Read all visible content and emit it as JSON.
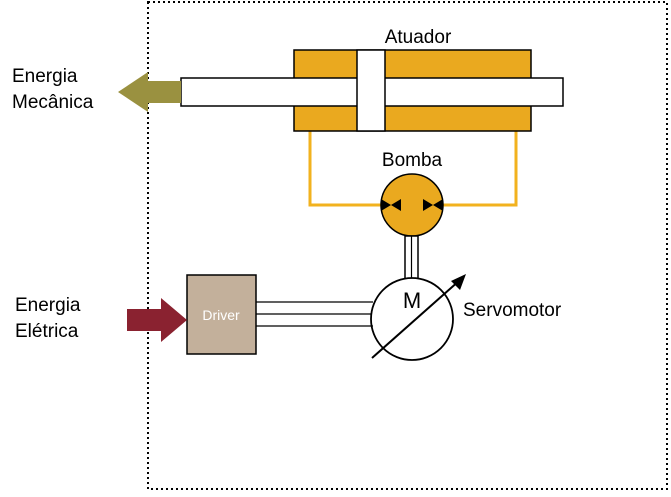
{
  "labels": {
    "actuator": "Atuador",
    "pump": "Bomba",
    "motor_symbol": "M",
    "servomotor": "Servomotor",
    "driver": "Driver",
    "energy_mech_line1": "Energia",
    "energy_mech_line2": "Mecânica",
    "energy_elec_line1": "Energia",
    "energy_elec_line2": "Elétrica"
  },
  "colors": {
    "actuator_fill": "#eaa91f",
    "hydraulic_line": "#f2b21e",
    "pump_fill": "#eaa91f",
    "driver_fill": "#c3b09b",
    "mech_arrow": "#9a9140",
    "elec_arrow": "#8a2230",
    "outline": "#000000"
  }
}
